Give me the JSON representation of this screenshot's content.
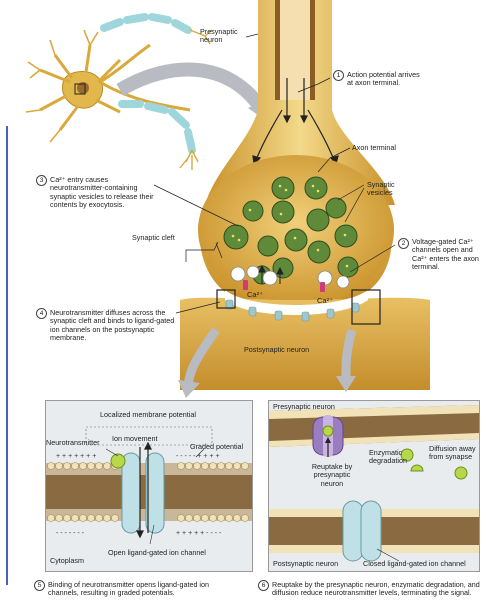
{
  "labels": {
    "presynaptic_neuron": "Presynaptic neuron",
    "axon_terminal": "Axon terminal",
    "synaptic_vesicles": "Synaptic vesicles",
    "synaptic_cleft": "Synaptic cleft",
    "postsynaptic_neuron": "Postsynaptic neuron",
    "ca_left": "Ca²⁺",
    "ca_right": "Ca²⁺"
  },
  "steps": [
    {
      "num": "1",
      "text": "Action potential arrives at axon terminal."
    },
    {
      "num": "2",
      "text": "Voltage-gated Ca²⁺ channels open and Ca²⁺ enters the axon terminal."
    },
    {
      "num": "3",
      "text": "Ca²⁺ entry causes neurotransmitter-containing synaptic vesicles to release their contents by exocytosis."
    },
    {
      "num": "4",
      "text": "Neurotransmitter diffuses across the synaptic cleft and binds to ligand-gated ion channels on the postsynaptic membrane."
    },
    {
      "num": "5",
      "text": "Binding of neurotransmitter opens ligand-gated ion channels, resulting in graded potentials."
    },
    {
      "num": "6",
      "text": "Reuptake by the presynaptic neuron, enzymatic degradation, and diffusion reduce neurotransmitter levels, terminating the signal."
    }
  ],
  "left_panel": {
    "localized_potential": "Localized membrane potential",
    "neurotransmitter": "Neurotransmitter",
    "ion_movement": "Ion movement",
    "graded_potential": "Graded potential",
    "cytoplasm": "Cytoplasm",
    "open_channel": "Open ligand-gated ion channel"
  },
  "right_panel": {
    "presynaptic": "Presynaptic neuron",
    "enzymatic": "Enzymatic degradation",
    "diffusion": "Diffusion away from synapse",
    "reuptake": "Reuptake by presynaptic neuron",
    "postsynaptic": "Postsynaptic neuron",
    "closed_channel": "Closed ligand-gated ion channel"
  },
  "colors": {
    "neuron": "#d9a93a",
    "neuron_light": "#f3d98a",
    "vesicle": "#5f8a3a",
    "membrane": "#8a6a40",
    "channel": "#bfe0e6",
    "panel_bg": "#e9ecef",
    "accent": "#4a63b8"
  }
}
